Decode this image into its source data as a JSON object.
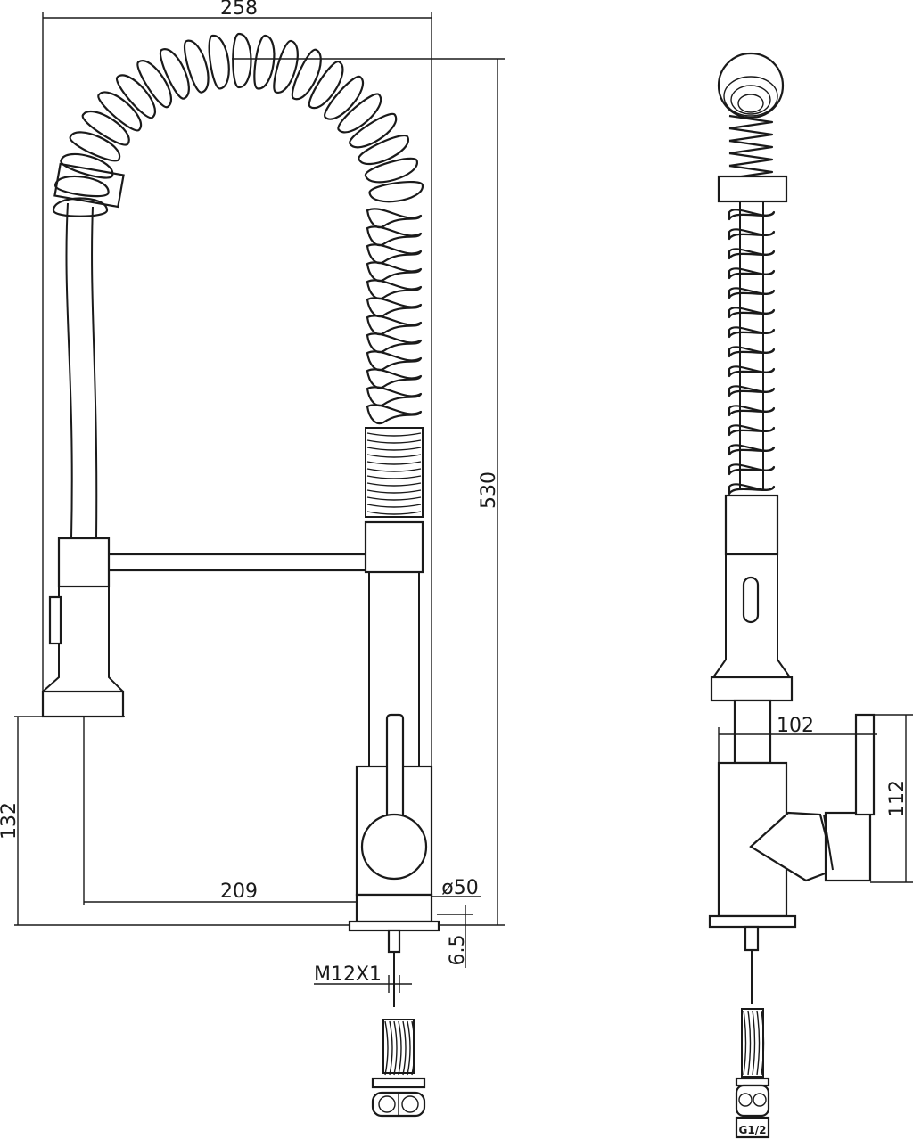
{
  "dimensions": {
    "overall_width": "258",
    "overall_height": "530",
    "base_height": "132",
    "reach": "209",
    "base_diameter": "ø50",
    "thickness": "6.5",
    "thread": "M12X1",
    "side_depth": "102",
    "side_height": "112",
    "connection": "G1/2"
  },
  "colors": {
    "line": "#1a1a1a",
    "background": "#ffffff"
  }
}
